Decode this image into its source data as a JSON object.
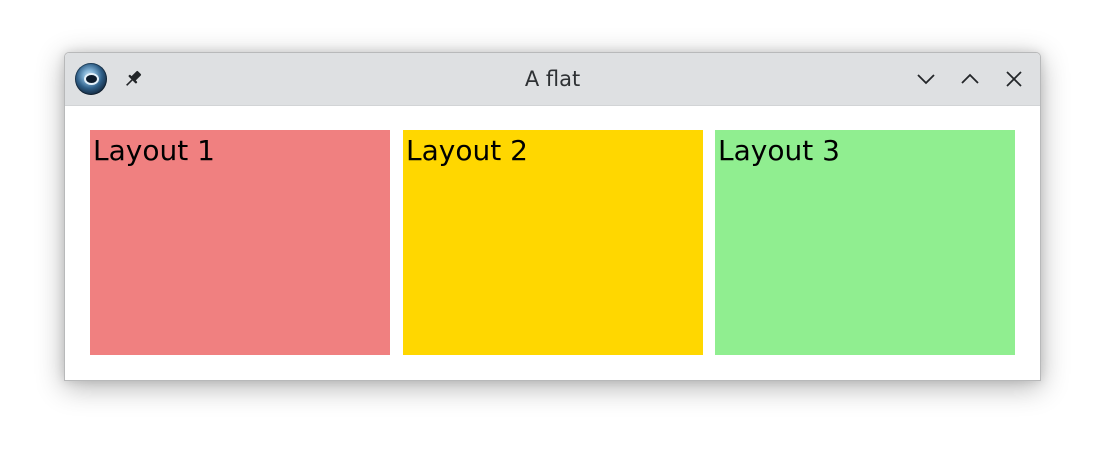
{
  "window": {
    "title": "A flat",
    "app_icon": "eye-globe-icon",
    "pin_icon": "pin-icon",
    "controls": [
      "minimize-chevron-down-icon",
      "maximize-chevron-up-icon",
      "close-x-icon"
    ]
  },
  "layouts": [
    {
      "label": "Layout 1",
      "color": "#f08080"
    },
    {
      "label": "Layout 2",
      "color": "#ffd700"
    },
    {
      "label": "Layout 3",
      "color": "#90ee90"
    }
  ]
}
